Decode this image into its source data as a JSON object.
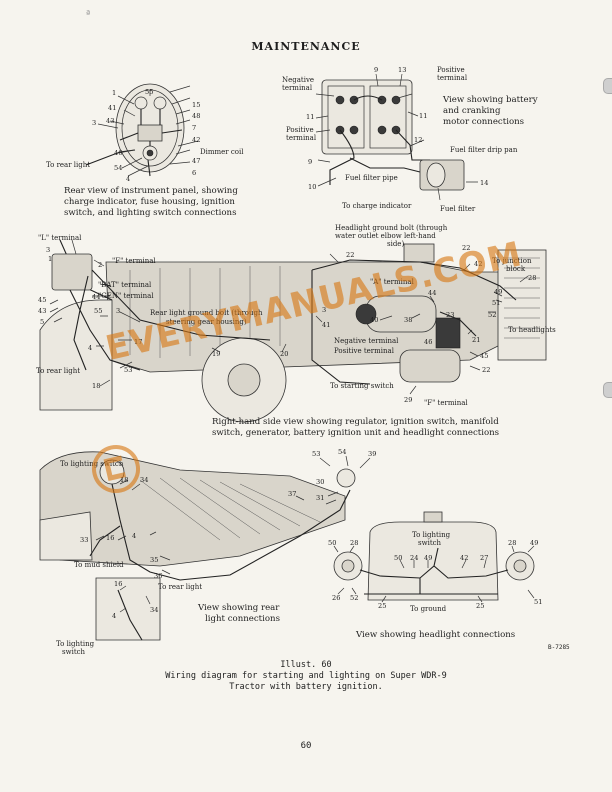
{
  "header": {
    "title": "MAINTENANCE"
  },
  "instrument_panel": {
    "numbers": [
      "1",
      "55",
      "41",
      "3",
      "43",
      "46",
      "54",
      "4",
      "15",
      "48",
      "7",
      "42",
      "47",
      "6"
    ],
    "to_rear_light": "To rear light",
    "dimmer_coil": "Dimmer coil",
    "caption": [
      "Rear view of instrument panel, showing",
      "charge indicator, fuse housing, ignition",
      "switch, and lighting switch connections"
    ]
  },
  "battery": {
    "numbers": [
      "9",
      "13",
      "11",
      "11",
      "12",
      "9",
      "10",
      "14"
    ],
    "negative_terminal": [
      "Negative",
      "terminal"
    ],
    "positive_terminal_right": [
      "Positive",
      "terminal"
    ],
    "positive_terminal_left": [
      "Positive",
      "terminal"
    ],
    "view_caption": [
      "View showing battery",
      "and cranking",
      "motor connections"
    ],
    "fuel_filter_drip_pan": "Fuel filter drip pan",
    "fuel_filter_pipe": "Fuel filter pipe",
    "to_charge_indicator": "To charge indicator",
    "fuel_filter": "Fuel filter"
  },
  "side_view": {
    "l_terminal": "\"L\" terminal",
    "f_terminal_top": "\"F\" terminal",
    "bat_terminal": "\"BAT\" terminal",
    "gen_terminal": "\"GEN\" terminal",
    "headlight_ground": [
      "Headlight ground bolt (through",
      "water outlet elbow left-hand",
      "side)"
    ],
    "to_junction_block": [
      "To junction",
      "block"
    ],
    "a_terminal": "\"A\" terminal",
    "rear_light_ground": [
      "Rear light ground bolt (through",
      "steering gear housing)"
    ],
    "negative_terminal": "Negative terminal",
    "positive_terminal": "Positive terminal",
    "to_starting_switch": "To starting switch",
    "f_terminal_bottom": "\"F\" terminal",
    "to_rear_light": "To rear light",
    "to_headlights": "To headlights",
    "caption": [
      "Right-hand side view showing regulator, ignition switch, manifold",
      "switch, generator, battery ignition unit and headlight connections"
    ],
    "numbers": [
      "3",
      "1",
      "45",
      "43",
      "5",
      "2",
      "44",
      "55",
      "3",
      "17",
      "4",
      "53",
      "18",
      "19",
      "20",
      "3",
      "41",
      "22",
      "22",
      "42",
      "49",
      "51",
      "52",
      "40",
      "38",
      "44",
      "23",
      "46",
      "21",
      "45",
      "22",
      "29",
      "28"
    ]
  },
  "rear_view": {
    "to_lighting_switch_top": "To lighting switch",
    "to_mud_shield": "To mud shield",
    "to_rear_light": "To rear light",
    "to_lighting_switch_bottom": [
      "To lighting",
      "switch"
    ],
    "caption": [
      "View showing rear",
      "light connections"
    ],
    "numbers": [
      "53",
      "54",
      "39",
      "18",
      "34",
      "30",
      "31",
      "37",
      "33",
      "16",
      "4",
      "35",
      "36",
      "16",
      "34",
      "4"
    ]
  },
  "headlight_view": {
    "to_lighting_switch": [
      "To lighting",
      "switch"
    ],
    "to_ground": "To ground",
    "caption": "View showing headlight connections",
    "numbers": [
      "50",
      "28",
      "50",
      "24",
      "49",
      "42",
      "27",
      "28",
      "49",
      "26",
      "52",
      "25",
      "25",
      "51"
    ]
  },
  "illustration": {
    "label": "Illust. 60",
    "lines": [
      "Wiring diagram for starting and lighting on Super WDR-9",
      "Tractor with battery ignition."
    ],
    "code": "B-7285"
  },
  "page_number": "60",
  "watermark": {
    "text": "EVERYMANUALS.COM"
  },
  "colors": {
    "ink": "#1e1e1e",
    "paper": "#f6f4ee",
    "watermark": "#d67814"
  }
}
